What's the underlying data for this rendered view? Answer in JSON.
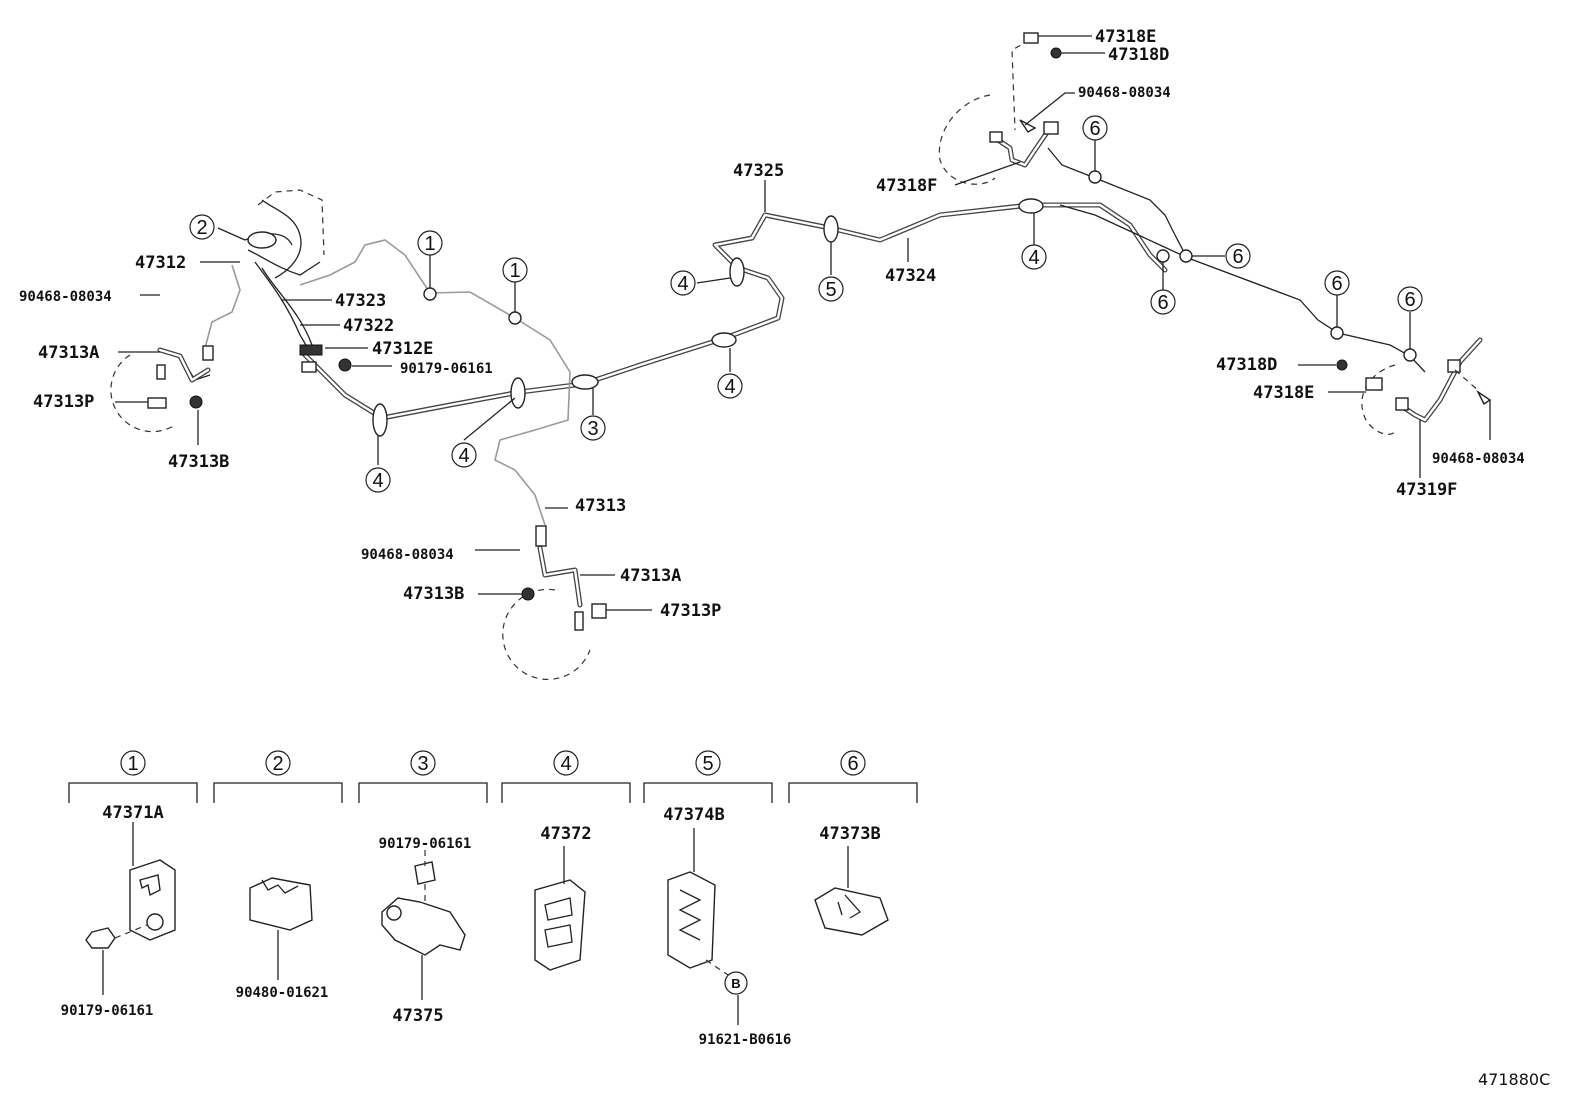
{
  "figure_code": "471880C",
  "callouts": [
    {
      "id": "c1a",
      "num": "1"
    },
    {
      "id": "c1b",
      "num": "1"
    },
    {
      "id": "c2",
      "num": "2"
    },
    {
      "id": "c3",
      "num": "3"
    },
    {
      "id": "c4a",
      "num": "4"
    },
    {
      "id": "c4b",
      "num": "4"
    },
    {
      "id": "c4c",
      "num": "4"
    },
    {
      "id": "c4d",
      "num": "4"
    },
    {
      "id": "c4e",
      "num": "4"
    },
    {
      "id": "c5",
      "num": "5"
    },
    {
      "id": "c6a",
      "num": "6"
    },
    {
      "id": "c6b",
      "num": "6"
    },
    {
      "id": "c6c",
      "num": "6"
    },
    {
      "id": "c6d",
      "num": "6"
    },
    {
      "id": "c6e",
      "num": "6"
    }
  ],
  "labels": [
    {
      "id": "l47318E_top",
      "text": "47318E"
    },
    {
      "id": "l47318D_top",
      "text": "47318D"
    },
    {
      "id": "l90468_top",
      "text": "90468-08034"
    },
    {
      "id": "l47318F",
      "text": "47318F"
    },
    {
      "id": "l47325",
      "text": "47325"
    },
    {
      "id": "l47324",
      "text": "47324"
    },
    {
      "id": "l47312",
      "text": "47312"
    },
    {
      "id": "l90468_left",
      "text": "90468-08034"
    },
    {
      "id": "l47323",
      "text": "47323"
    },
    {
      "id": "l47322",
      "text": "47322"
    },
    {
      "id": "l47312E",
      "text": "47312E"
    },
    {
      "id": "l90179_mid",
      "text": "90179-06161"
    },
    {
      "id": "l47313A_left",
      "text": "47313A"
    },
    {
      "id": "l47313P_left",
      "text": "47313P"
    },
    {
      "id": "l47313B_left",
      "text": "47313B"
    },
    {
      "id": "l47313",
      "text": "47313"
    },
    {
      "id": "l90468_mid",
      "text": "90468-08034"
    },
    {
      "id": "l47313A_mid",
      "text": "47313A"
    },
    {
      "id": "l47313B_mid",
      "text": "47313B"
    },
    {
      "id": "l47313P_mid",
      "text": "47313P"
    },
    {
      "id": "l47318D_right",
      "text": "47318D"
    },
    {
      "id": "l47318E_right",
      "text": "47318E"
    },
    {
      "id": "l90468_right",
      "text": "90468-08034"
    },
    {
      "id": "l47319F",
      "text": "47319F"
    }
  ],
  "legend": [
    {
      "num": "1",
      "parts": [
        "47371A",
        "90179-06161"
      ]
    },
    {
      "num": "2",
      "parts": [
        "90480-01621"
      ]
    },
    {
      "num": "3",
      "parts": [
        "90179-06161",
        "47375"
      ]
    },
    {
      "num": "4",
      "parts": [
        "47372"
      ]
    },
    {
      "num": "5",
      "parts": [
        "47374B",
        "91621-B0616"
      ],
      "ref": "B"
    },
    {
      "num": "6",
      "parts": [
        "47373B"
      ]
    }
  ]
}
